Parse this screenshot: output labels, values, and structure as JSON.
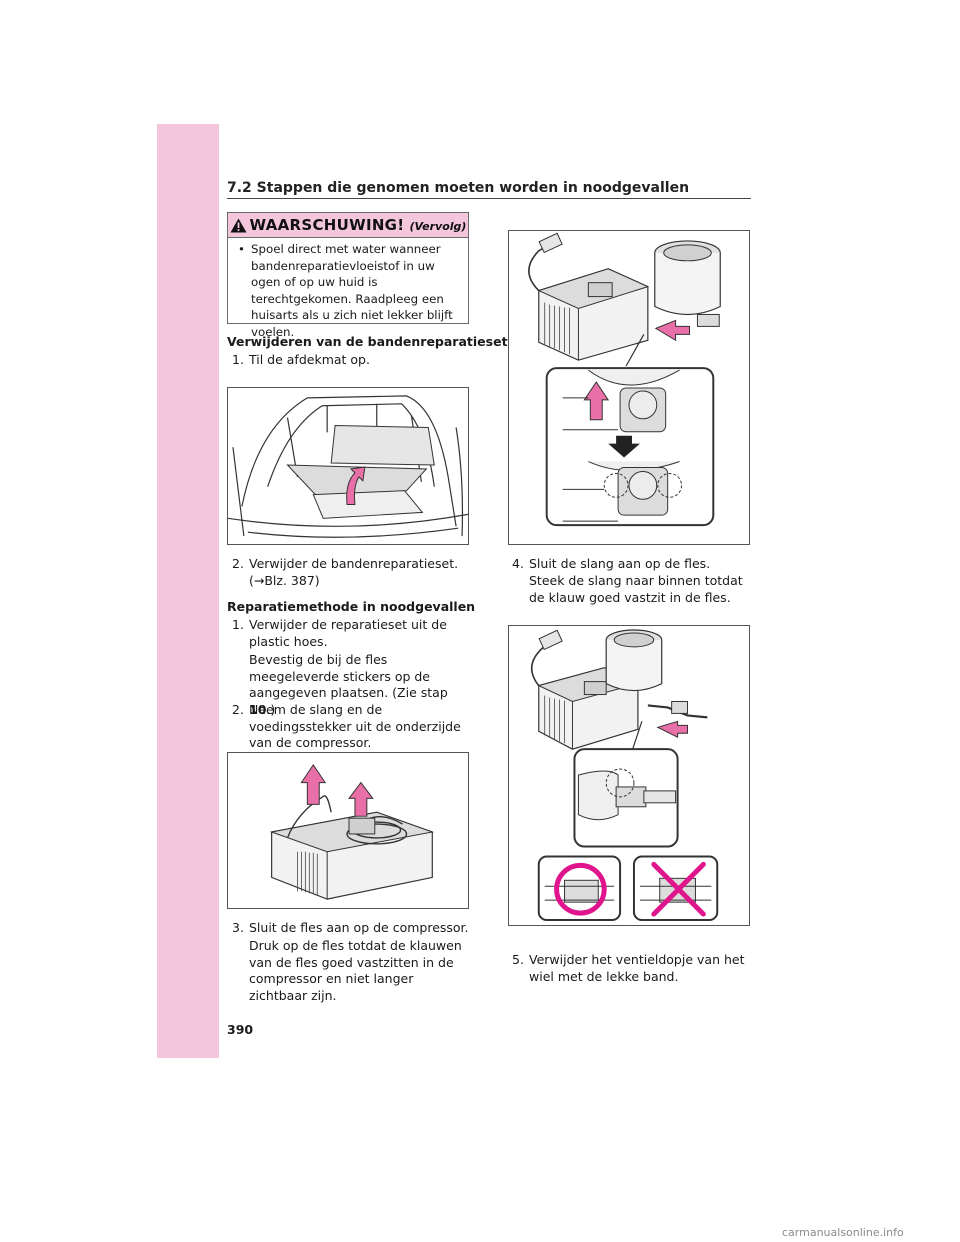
{
  "section_header": "7.2  Stappen die genomen moeten worden in noodgevallen",
  "warning": {
    "title": "WAARSCHUWING!",
    "subtitle": "(Vervolg)",
    "bullet": "•",
    "text": "Spoel direct met water wanneer bandenreparatievloeistof in uw ogen of op uw huid is terechtgekomen. Raadpleeg een huisarts als u zich niet lekker blijft voelen."
  },
  "left": {
    "heading1": "Verwijderen van de bandenreparatieset",
    "step1_num": "1.",
    "step1": "Til de afdekmat op.",
    "step2_num": "2.",
    "step2": "Verwijder de bandenreparatieset. (→Blz. 387)",
    "heading2": "Reparatiemethode in noodgevallen",
    "step3_num": "1.",
    "step3": "Verwijder de reparatieset uit de plastic hoes.",
    "step3_sub_a": "Bevestig de bij de fles meegeleverde stickers op de aangegeven plaatsen. (Zie stap ",
    "step3_sub_bold": "10",
    "step3_sub_b": ".)",
    "step4_num": "2.",
    "step4": "Neem de slang en de voedingsstekker uit de onderzijde van de compressor.",
    "step5_num": "3.",
    "step5": "Sluit de fles aan op de compressor.",
    "step5_sub": "Druk op de fles totdat de klauwen van de fles goed vastzitten in de compressor en niet langer zichtbaar zijn."
  },
  "right": {
    "step6_num": "4.",
    "step6": "Sluit de slang aan op de fles.",
    "step6_sub": "Steek de slang naar binnen totdat de klauw goed vastzit in de fles.",
    "step7_num": "5.",
    "step7": "Verwijder het ventieldopje van het wiel met de lekke band."
  },
  "page_number": "390",
  "watermark": "carmanualsonline.info",
  "colors": {
    "accent_pink": "#f4c6dc",
    "arrow_pink": "#e96fa8",
    "symbol_magenta": "#e0148c"
  },
  "icons": [
    "warning-triangle-icon",
    "correct-circle-icon",
    "incorrect-cross-icon"
  ]
}
